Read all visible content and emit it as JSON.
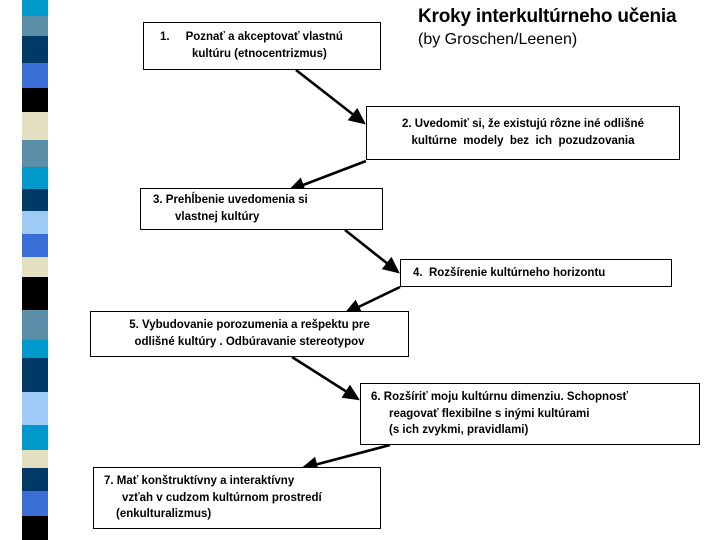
{
  "slide": {
    "title": {
      "main": "Kroky interkultúrneho učenia",
      "subtitle": "(by Groschen/Leenen)"
    },
    "background_color": "#ffffff",
    "text_color": "#000000"
  },
  "decor_strip": {
    "name": "vertical-color-bands",
    "bands": [
      {
        "color": "#0099cc",
        "height": 18
      },
      {
        "color": "#5b8fa8",
        "height": 22
      },
      {
        "color": "#003a66",
        "height": 30
      },
      {
        "color": "#3a6fd8",
        "height": 28
      },
      {
        "color": "#000000",
        "height": 26
      },
      {
        "color": "#e2e0c0",
        "height": 32
      },
      {
        "color": "#5b8fa8",
        "height": 30
      },
      {
        "color": "#0099cc",
        "height": 24
      },
      {
        "color": "#003a66",
        "height": 24
      },
      {
        "color": "#9dcbf5",
        "height": 26
      },
      {
        "color": "#3a6fd8",
        "height": 26
      },
      {
        "color": "#e2e0c0",
        "height": 22
      },
      {
        "color": "#000000",
        "height": 36
      },
      {
        "color": "#5b8fa8",
        "height": 34
      },
      {
        "color": "#0099cc",
        "height": 20
      },
      {
        "color": "#003a66",
        "height": 38
      },
      {
        "color": "#9dcbf5",
        "height": 36
      },
      {
        "color": "#0099cc",
        "height": 28
      },
      {
        "color": "#e2e0c0",
        "height": 20
      },
      {
        "color": "#003a66",
        "height": 26
      },
      {
        "color": "#3a6fd8",
        "height": 28
      },
      {
        "color": "#000000",
        "height": 26
      }
    ]
  },
  "steps": [
    {
      "id": "box-1",
      "number": "1.",
      "lines": [
        "1.     Poznať a akceptovať vlastnú",
        "kultúru (etnocentrizmus)"
      ]
    },
    {
      "id": "box-2",
      "number": "2.",
      "lines": [
        "2. Uvedomiť si, že existujú rôzne iné odlišné",
        "kultúrne  modely  bez  ich  pozudzovania"
      ]
    },
    {
      "id": "box-3",
      "number": "3.",
      "lines": [
        "3. Prehĺbenie uvedomenia si",
        "vlastnej kultúry"
      ]
    },
    {
      "id": "box-4",
      "number": "4.",
      "lines": [
        "4.  Rozšírenie kultúrneho horizontu"
      ]
    },
    {
      "id": "box-5",
      "number": "5.",
      "lines": [
        "5. Vybudovanie porozumenia a rešpektu pre",
        "odlišné kultúry . Odbúravanie stereotypov"
      ]
    },
    {
      "id": "box-6",
      "number": "6.",
      "lines": [
        "6. Rozšíriť moju kultúrnu dimenziu. Schopnosť",
        "reagovať flexibilne s inými kultúrami",
        "(s ich zvykmi, pravidlami)"
      ]
    },
    {
      "id": "box-7",
      "number": "7.",
      "lines": [
        "7. Mať konštruktívny a interaktívny",
        "vzťah v cudzom kultúrnom prostredí",
        "(enkulturalizmus)"
      ]
    }
  ],
  "connectors": [
    {
      "from": "box-1",
      "to": "box-2",
      "direction": "down-right"
    },
    {
      "from": "box-2",
      "to": "box-3",
      "direction": "down-left"
    },
    {
      "from": "box-3",
      "to": "box-4",
      "direction": "down-right"
    },
    {
      "from": "box-4",
      "to": "box-5",
      "direction": "down-left"
    },
    {
      "from": "box-5",
      "to": "box-6",
      "direction": "down-right"
    },
    {
      "from": "box-6",
      "to": "box-7",
      "direction": "down-left"
    }
  ]
}
